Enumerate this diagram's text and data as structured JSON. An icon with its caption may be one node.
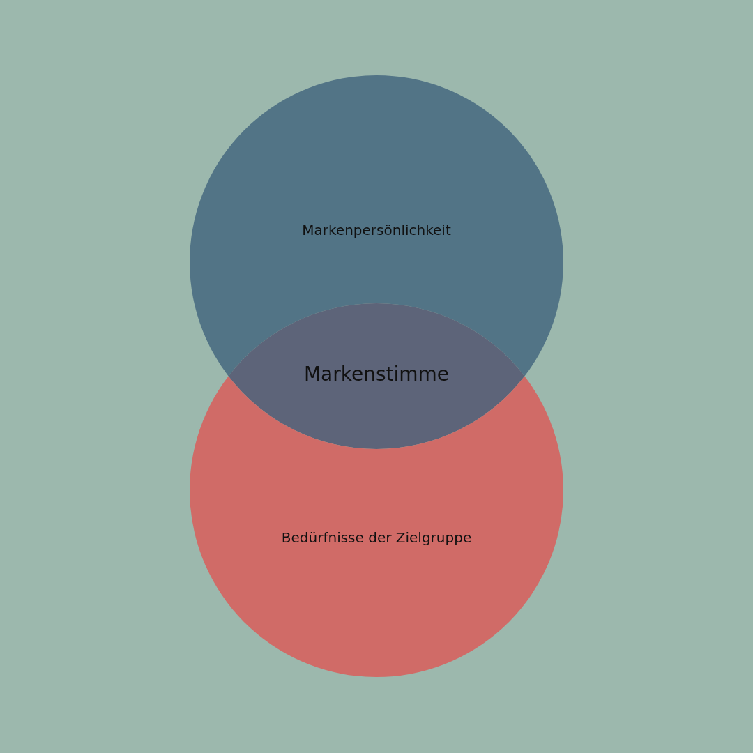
{
  "diagram": {
    "nodes": [
      {
        "text": [
          "Markenpersönlichkeit"
        ]
      },
      {
        "text": [
          "Bedürfnisse der Zielgruppe"
        ]
      }
    ],
    "labels": [
      "Markenstimme"
    ]
  }
}
